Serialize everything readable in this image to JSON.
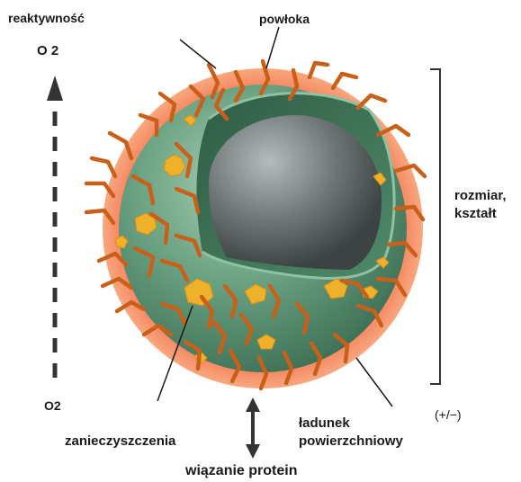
{
  "labels": {
    "reactivity": "reaktywność",
    "o2_top": "O 2",
    "o2_bottom": "O2",
    "coating": "powłoka",
    "size_shape_line1": "rozmiar,",
    "size_shape_line2": "kształt",
    "charge_sign": "(+/−)",
    "surface_charge_line1": "ładunek",
    "surface_charge_line2": "powierzchniowy",
    "impurities": "zanieczyszczenia",
    "protein_binding": "wiązanie protein"
  },
  "colors": {
    "halo": "#f47d57",
    "halo_light": "#f8a77f",
    "shell": "#5d9a78",
    "shell_dark": "#3f7558",
    "core": "#6f7676",
    "ligand": "#c9601a",
    "impurity": "#f0b12a",
    "ink": "#1a1a1a",
    "arrow": "#333333"
  }
}
